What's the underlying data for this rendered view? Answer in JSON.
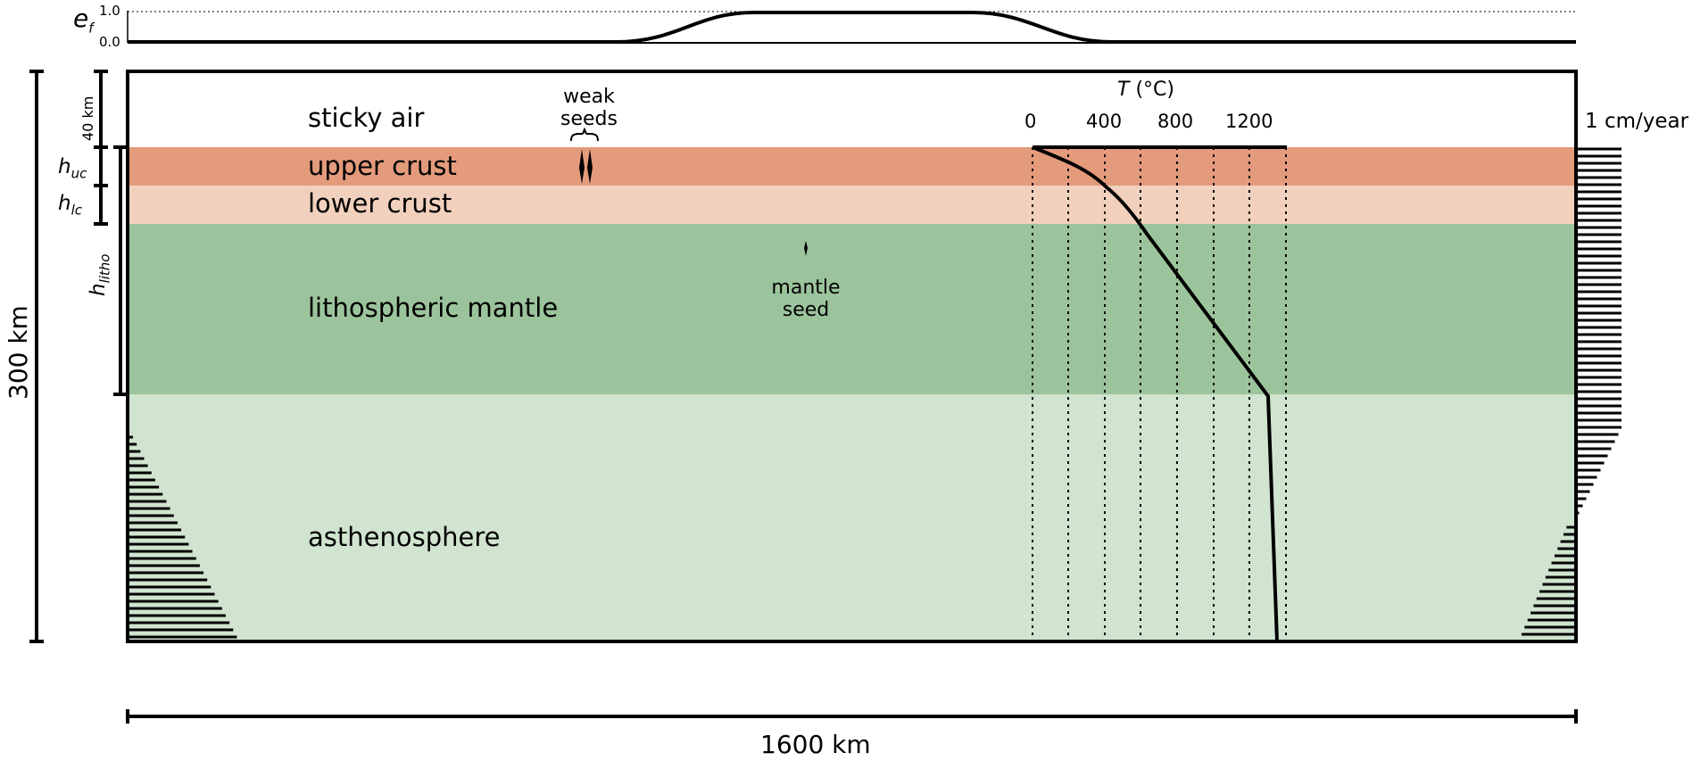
{
  "colors": {
    "upper_crust": "#e49b7c",
    "lower_crust": "#f1d1bd",
    "lithospheric_mantle": "#9cc49c",
    "asthenosphere": "#d0e4d0",
    "sticky_air": "#ffffff"
  },
  "layers": {
    "sticky_air": "sticky air",
    "upper_crust": "upper crust",
    "lower_crust": "lower crust",
    "lithospheric_mantle": "lithospheric mantle",
    "asthenosphere": "asthenosphere"
  },
  "seeds": {
    "weak": [
      "weak",
      "seeds"
    ],
    "mantle": [
      "mantle",
      "seed"
    ]
  },
  "ef_plot": {
    "symbol": "e",
    "subscript": "f",
    "ticks": [
      "1.0",
      "0.0"
    ]
  },
  "temperature": {
    "label_symbol": "T",
    "label_unit": " (°C)",
    "ticks": [
      "0",
      "400",
      "800",
      "1200"
    ]
  },
  "velocity_label": "1 cm/year",
  "dimensions": {
    "width": "1600 km",
    "depth": "300 km",
    "air": "40 km",
    "h_uc": {
      "symbol": "h",
      "sub": "uc"
    },
    "h_lc": {
      "symbol": "h",
      "sub": "lc"
    },
    "h_litho": {
      "symbol": "h",
      "sub": "litho"
    }
  }
}
